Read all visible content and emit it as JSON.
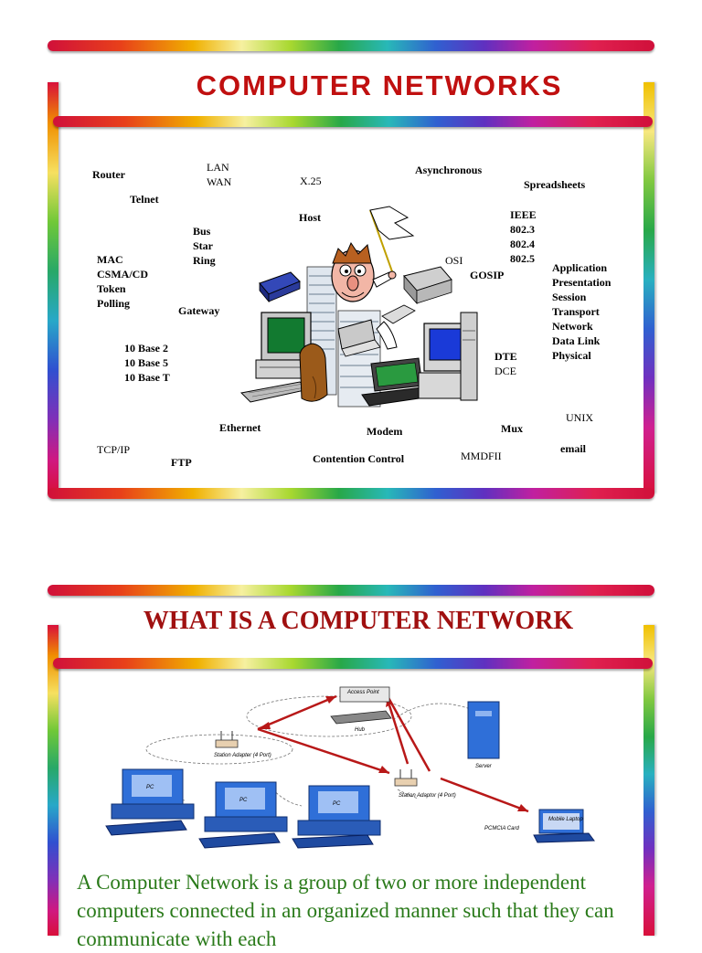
{
  "slide1": {
    "title": "COMPUTER NETWORKS",
    "terms": {
      "router": "Router",
      "telnet": "Telnet",
      "lan": "LAN",
      "wan": "WAN",
      "x25": "X.25",
      "asynchronous": "Asynchronous",
      "spreadsheets": "Spreadsheets",
      "host": "Host",
      "ieee": "IEEE",
      "ieee_8023": "802.3",
      "ieee_8024": "802.4",
      "ieee_8025": "802.5",
      "bus": "Bus",
      "star": "Star",
      "ring": "Ring",
      "mac": "MAC",
      "csma_cd": "CSMA/CD",
      "token": "Token",
      "polling": "Polling",
      "gateway": "Gateway",
      "osi": "OSI",
      "gosip": "GOSIP",
      "application": "Application",
      "presentation": "Presentation",
      "session": "Session",
      "transport": "Transport",
      "network": "Network",
      "data_link": "Data Link",
      "physical": "Physical",
      "base2": "10 Base 2",
      "base5": "10 Base 5",
      "baseT": "10 Base T",
      "dte": "DTE",
      "dce": "DCE",
      "unix": "UNIX",
      "ethernet": "Ethernet",
      "modem": "Modem",
      "mux": "Mux",
      "tcp_ip": "TCP/IP",
      "ftp": "FTP",
      "contention_control": "Contention Control",
      "mmdfii": "MMDFII",
      "email": "email"
    }
  },
  "slide2": {
    "title": "WHAT IS A COMPUTER NETWORK",
    "diagram": {
      "access_point": "Access\nPoint",
      "hub": "Hub",
      "server": "Server",
      "station_adapter_left": "Station Adapter\n(4 Port)",
      "station_adapter_right": "Station Adaptor\n(4 Port)",
      "pc": "PC",
      "pcmcia": "PCMCIA\nCard",
      "mobile_laptop": "Mobile\nLaptop"
    },
    "description": "A Computer Network is a group of two or more independent computers connected in an organized manner such that they can communicate with each"
  }
}
